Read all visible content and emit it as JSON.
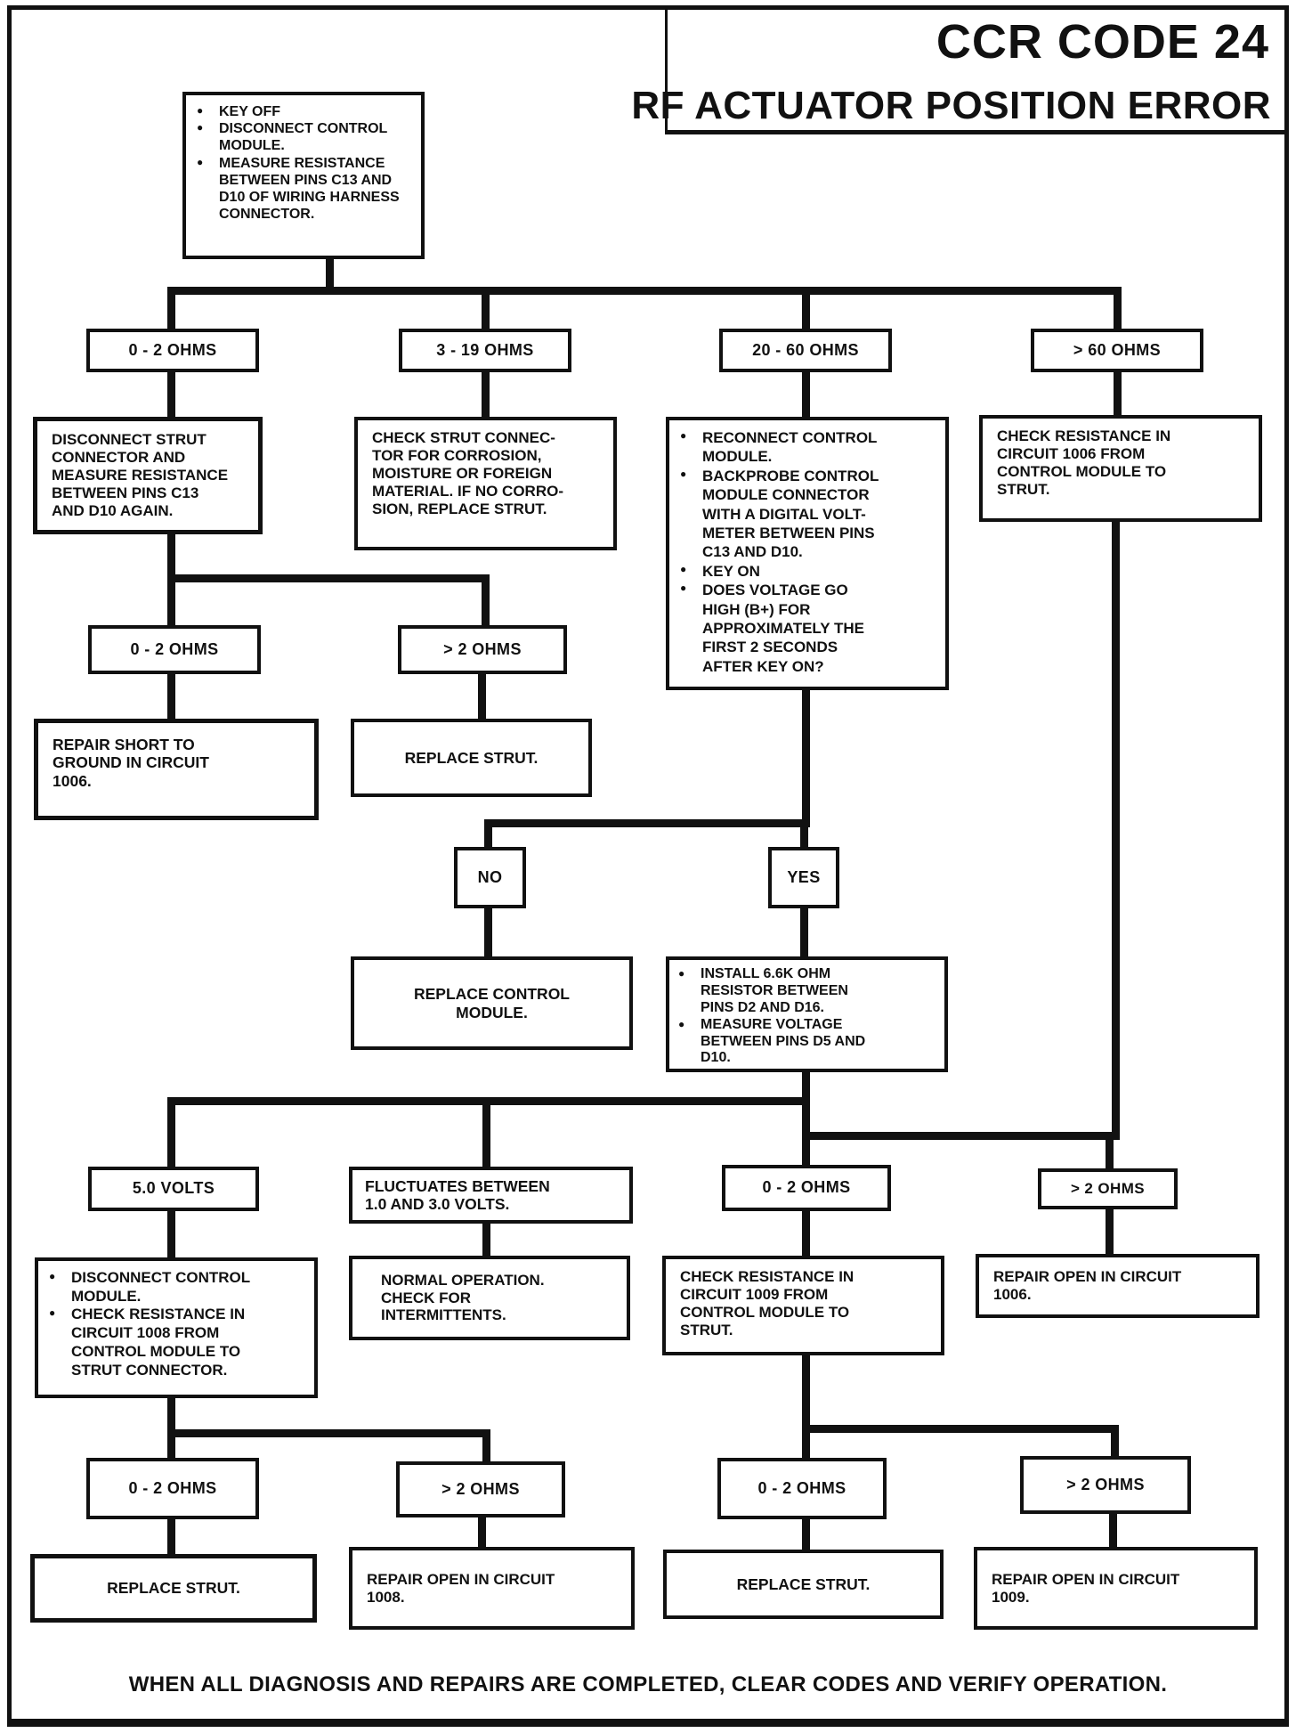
{
  "doc": {
    "code_title": "CCR CODE 24",
    "subtitle": "RF ACTUATOR POSITION ERROR",
    "footer": "WHEN ALL DIAGNOSIS AND REPAIRS ARE COMPLETED, CLEAR CODES AND VERIFY OPERATION."
  },
  "colors": {
    "ink": "#111111",
    "paper": "#ffffff"
  },
  "nodes": {
    "start": {
      "bullets": [
        "KEY OFF",
        "DISCONNECT CONTROL\nMODULE.",
        "MEASURE RESISTANCE\nBETWEEN PINS C13 AND\nD10 OF WIRING HARNESS\nCONNECTOR."
      ]
    },
    "r1c1": {
      "label": "0 - 2 OHMS"
    },
    "r1c2": {
      "label": "3 - 19 OHMS"
    },
    "r1c3": {
      "label": "20 - 60 OHMS"
    },
    "r1c4": {
      "label": "> 60 OHMS"
    },
    "a1": {
      "text": "DISCONNECT STRUT\nCONNECTOR AND\nMEASURE RESISTANCE\nBETWEEN PINS C13\nAND D10 AGAIN."
    },
    "a2": {
      "text": "CHECK STRUT CONNEC-\nTOR FOR CORROSION,\nMOISTURE OR FOREIGN\nMATERIAL. IF NO CORRO-\nSION, REPLACE STRUT."
    },
    "a3": {
      "bullets": [
        "RECONNECT CONTROL\nMODULE.",
        "BACKPROBE CONTROL\nMODULE CONNECTOR\nWITH A DIGITAL VOLT-\nMETER BETWEEN PINS\nC13 AND D10.",
        "KEY ON",
        "DOES VOLTAGE GO\nHIGH (B+) FOR\nAPPROXIMATELY THE\nFIRST 2 SECONDS\nAFTER KEY ON?"
      ]
    },
    "a4": {
      "text": "CHECK RESISTANCE IN\nCIRCUIT 1006 FROM\nCONTROL MODULE TO\nSTRUT."
    },
    "c1a": {
      "label": "0 - 2 OHMS"
    },
    "c1b": {
      "label": "> 2 OHMS"
    },
    "r2a": {
      "text": "REPAIR SHORT TO\nGROUND IN CIRCUIT\n1006."
    },
    "r2b": {
      "text": "REPLACE STRUT."
    },
    "no": {
      "label": "NO"
    },
    "yes": {
      "label": "YES"
    },
    "no_a": {
      "text": "REPLACE CONTROL\nMODULE."
    },
    "yes_a": {
      "bullets": [
        "INSTALL 6.6K OHM\nRESISTOR BETWEEN\nPINS D2 AND D16.",
        "MEASURE VOLTAGE\nBETWEEN PINS D5 AND\nD10."
      ]
    },
    "v1": {
      "label": "5.0 VOLTS"
    },
    "v2": {
      "text": "FLUCTUATES BETWEEN\n1.0 AND 3.0 VOLTS."
    },
    "o1": {
      "label": "0 - 2 OHMS"
    },
    "o2": {
      "label": "> 2 OHMS"
    },
    "v1a": {
      "bullets": [
        "DISCONNECT CONTROL\nMODULE.",
        "CHECK RESISTANCE IN\nCIRCUIT 1008 FROM\nCONTROL MODULE TO\nSTRUT CONNECTOR."
      ]
    },
    "v2a": {
      "text": "NORMAL OPERATION.\nCHECK FOR\nINTERMITTENTS."
    },
    "o1a": {
      "text": "CHECK RESISTANCE IN\nCIRCUIT 1009 FROM\nCONTROL MODULE TO\nSTRUT."
    },
    "o2a": {
      "text": "REPAIR OPEN IN CIRCUIT\n1006."
    },
    "bl1": {
      "label": "0 - 2 OHMS"
    },
    "bl2": {
      "label": "> 2 OHMS"
    },
    "br1": {
      "label": "0 - 2 OHMS"
    },
    "br2": {
      "label": "> 2 OHMS"
    },
    "bl1a": {
      "text": "REPLACE STRUT."
    },
    "bl2a": {
      "text": "REPAIR OPEN IN CIRCUIT\n1008."
    },
    "br1a": {
      "text": "REPLACE STRUT."
    },
    "br2a": {
      "text": "REPAIR OPEN IN CIRCUIT\n1009."
    }
  }
}
